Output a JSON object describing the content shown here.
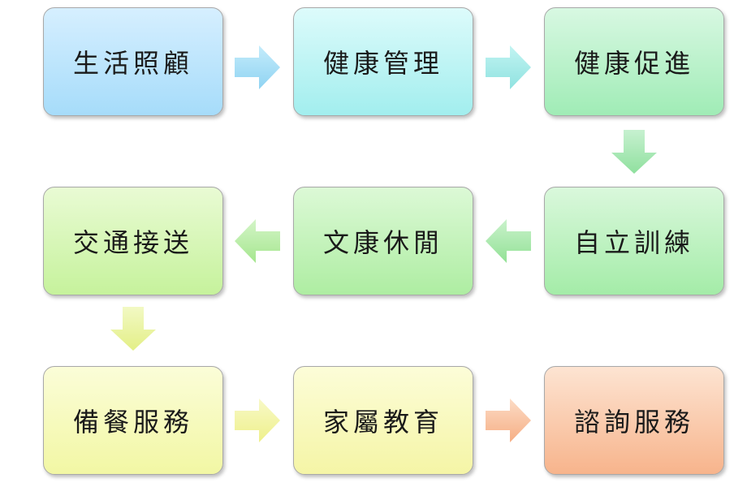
{
  "flow": {
    "steps": [
      {
        "label": "生活照顧",
        "color_top": "#d6efff",
        "color_bottom": "#a6dcfa"
      },
      {
        "label": "健康管理",
        "color_top": "#ddfbfb",
        "color_bottom": "#a2eeee"
      },
      {
        "label": "健康促進",
        "color_top": "#d8f8e2",
        "color_bottom": "#a0ecb6"
      },
      {
        "label": "自立訓練",
        "color_top": "#daf8dc",
        "color_bottom": "#a4eca8"
      },
      {
        "label": "文康休閒",
        "color_top": "#dcf9d6",
        "color_bottom": "#aeeda2"
      },
      {
        "label": "交通接送",
        "color_top": "#e9fbd4",
        "color_bottom": "#c6f29c"
      },
      {
        "label": "備餐服務",
        "color_top": "#fbfdd8",
        "color_bottom": "#f2f7a4"
      },
      {
        "label": "家屬教育",
        "color_top": "#fcfdd8",
        "color_bottom": "#f5f5a6"
      },
      {
        "label": "諮詢服務",
        "color_top": "#fde4d2",
        "color_bottom": "#f7b48c"
      }
    ],
    "arrows": [
      {
        "direction": "right",
        "color_top": "#c4ecfb",
        "color_bottom": "#8fd3f2"
      },
      {
        "direction": "right",
        "color_top": "#c2f4f2",
        "color_bottom": "#8fe2e0"
      },
      {
        "direction": "down",
        "color_top": "#c7f1d0",
        "color_bottom": "#8fe09e"
      },
      {
        "direction": "left",
        "color_top": "#caf2cc",
        "color_bottom": "#92e196"
      },
      {
        "direction": "left",
        "color_top": "#d4f5c8",
        "color_bottom": "#a5e68e"
      },
      {
        "direction": "down",
        "color_top": "#f2f9c4",
        "color_bottom": "#e3ef86"
      },
      {
        "direction": "right",
        "color_top": "#f8f9c8",
        "color_bottom": "#eef08a"
      },
      {
        "direction": "right",
        "color_top": "#fcdcc6",
        "color_bottom": "#f6ae84"
      }
    ]
  }
}
